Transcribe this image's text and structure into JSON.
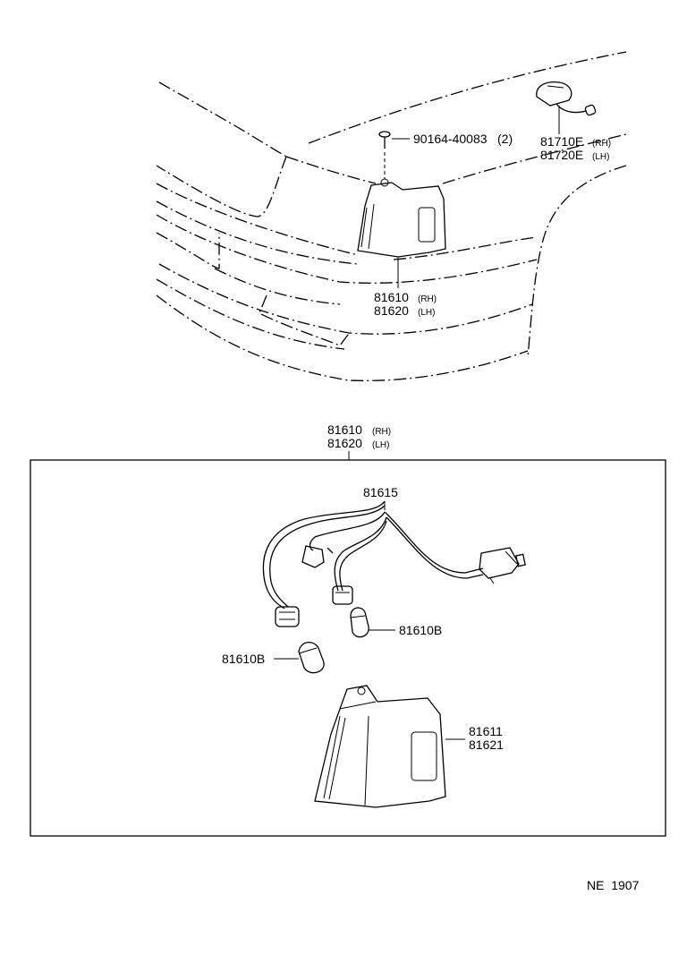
{
  "callouts": {
    "screw": {
      "part_no": "90164-40083",
      "qty": "(2)"
    },
    "side_light": {
      "part_rh": "81710E",
      "side_rh": "(RH)",
      "part_lh": "81720E",
      "side_lh": "(LH)"
    },
    "lamp_assy_top": {
      "part_rh": "81610",
      "side_rh": "(RH)",
      "part_lh": "81620",
      "side_lh": "(LH)"
    },
    "lamp_assy_detail": {
      "part_rh": "81610",
      "side_rh": "(RH)",
      "part_lh": "81620",
      "side_lh": "(LH)"
    },
    "wire_harness": {
      "part_no": "81615"
    },
    "bulb_right": {
      "part_no": "81610B"
    },
    "bulb_left": {
      "part_no": "81610B"
    },
    "lens": {
      "part_rh": "81611",
      "part_lh": "81621"
    }
  },
  "footer": {
    "code": "NE  1907"
  }
}
